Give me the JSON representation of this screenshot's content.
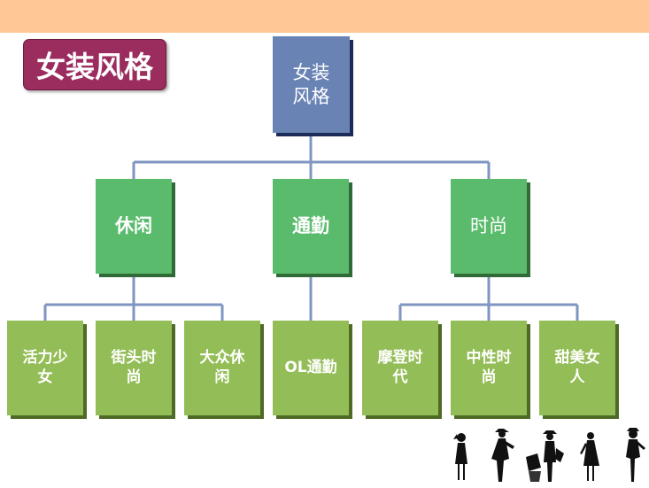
{
  "title_badge": "女装风格",
  "root": {
    "line1": "女装",
    "line2": "风格"
  },
  "categories": [
    {
      "label": "休闲",
      "bold": true
    },
    {
      "label": "通勤",
      "bold": true
    },
    {
      "label": "时尚",
      "bold": false
    }
  ],
  "leaves": [
    {
      "line1": "活力少",
      "line2": "女"
    },
    {
      "line1": "街头时",
      "line2": "尚"
    },
    {
      "line1": "大众休",
      "line2": "闲"
    },
    {
      "line1": "OL通勤",
      "line2": ""
    },
    {
      "line1": "摩登时",
      "line2": "代"
    },
    {
      "line1": "中性时",
      "line2": "尚"
    },
    {
      "line1": "甜美女",
      "line2": "人"
    }
  ],
  "colors": {
    "top_bar": "#fdc895",
    "badge": "#9b2c5e",
    "root": "#6a83b5",
    "category": "#5abb6c",
    "leaf": "#93bd56",
    "connector": "#7f95c2"
  }
}
